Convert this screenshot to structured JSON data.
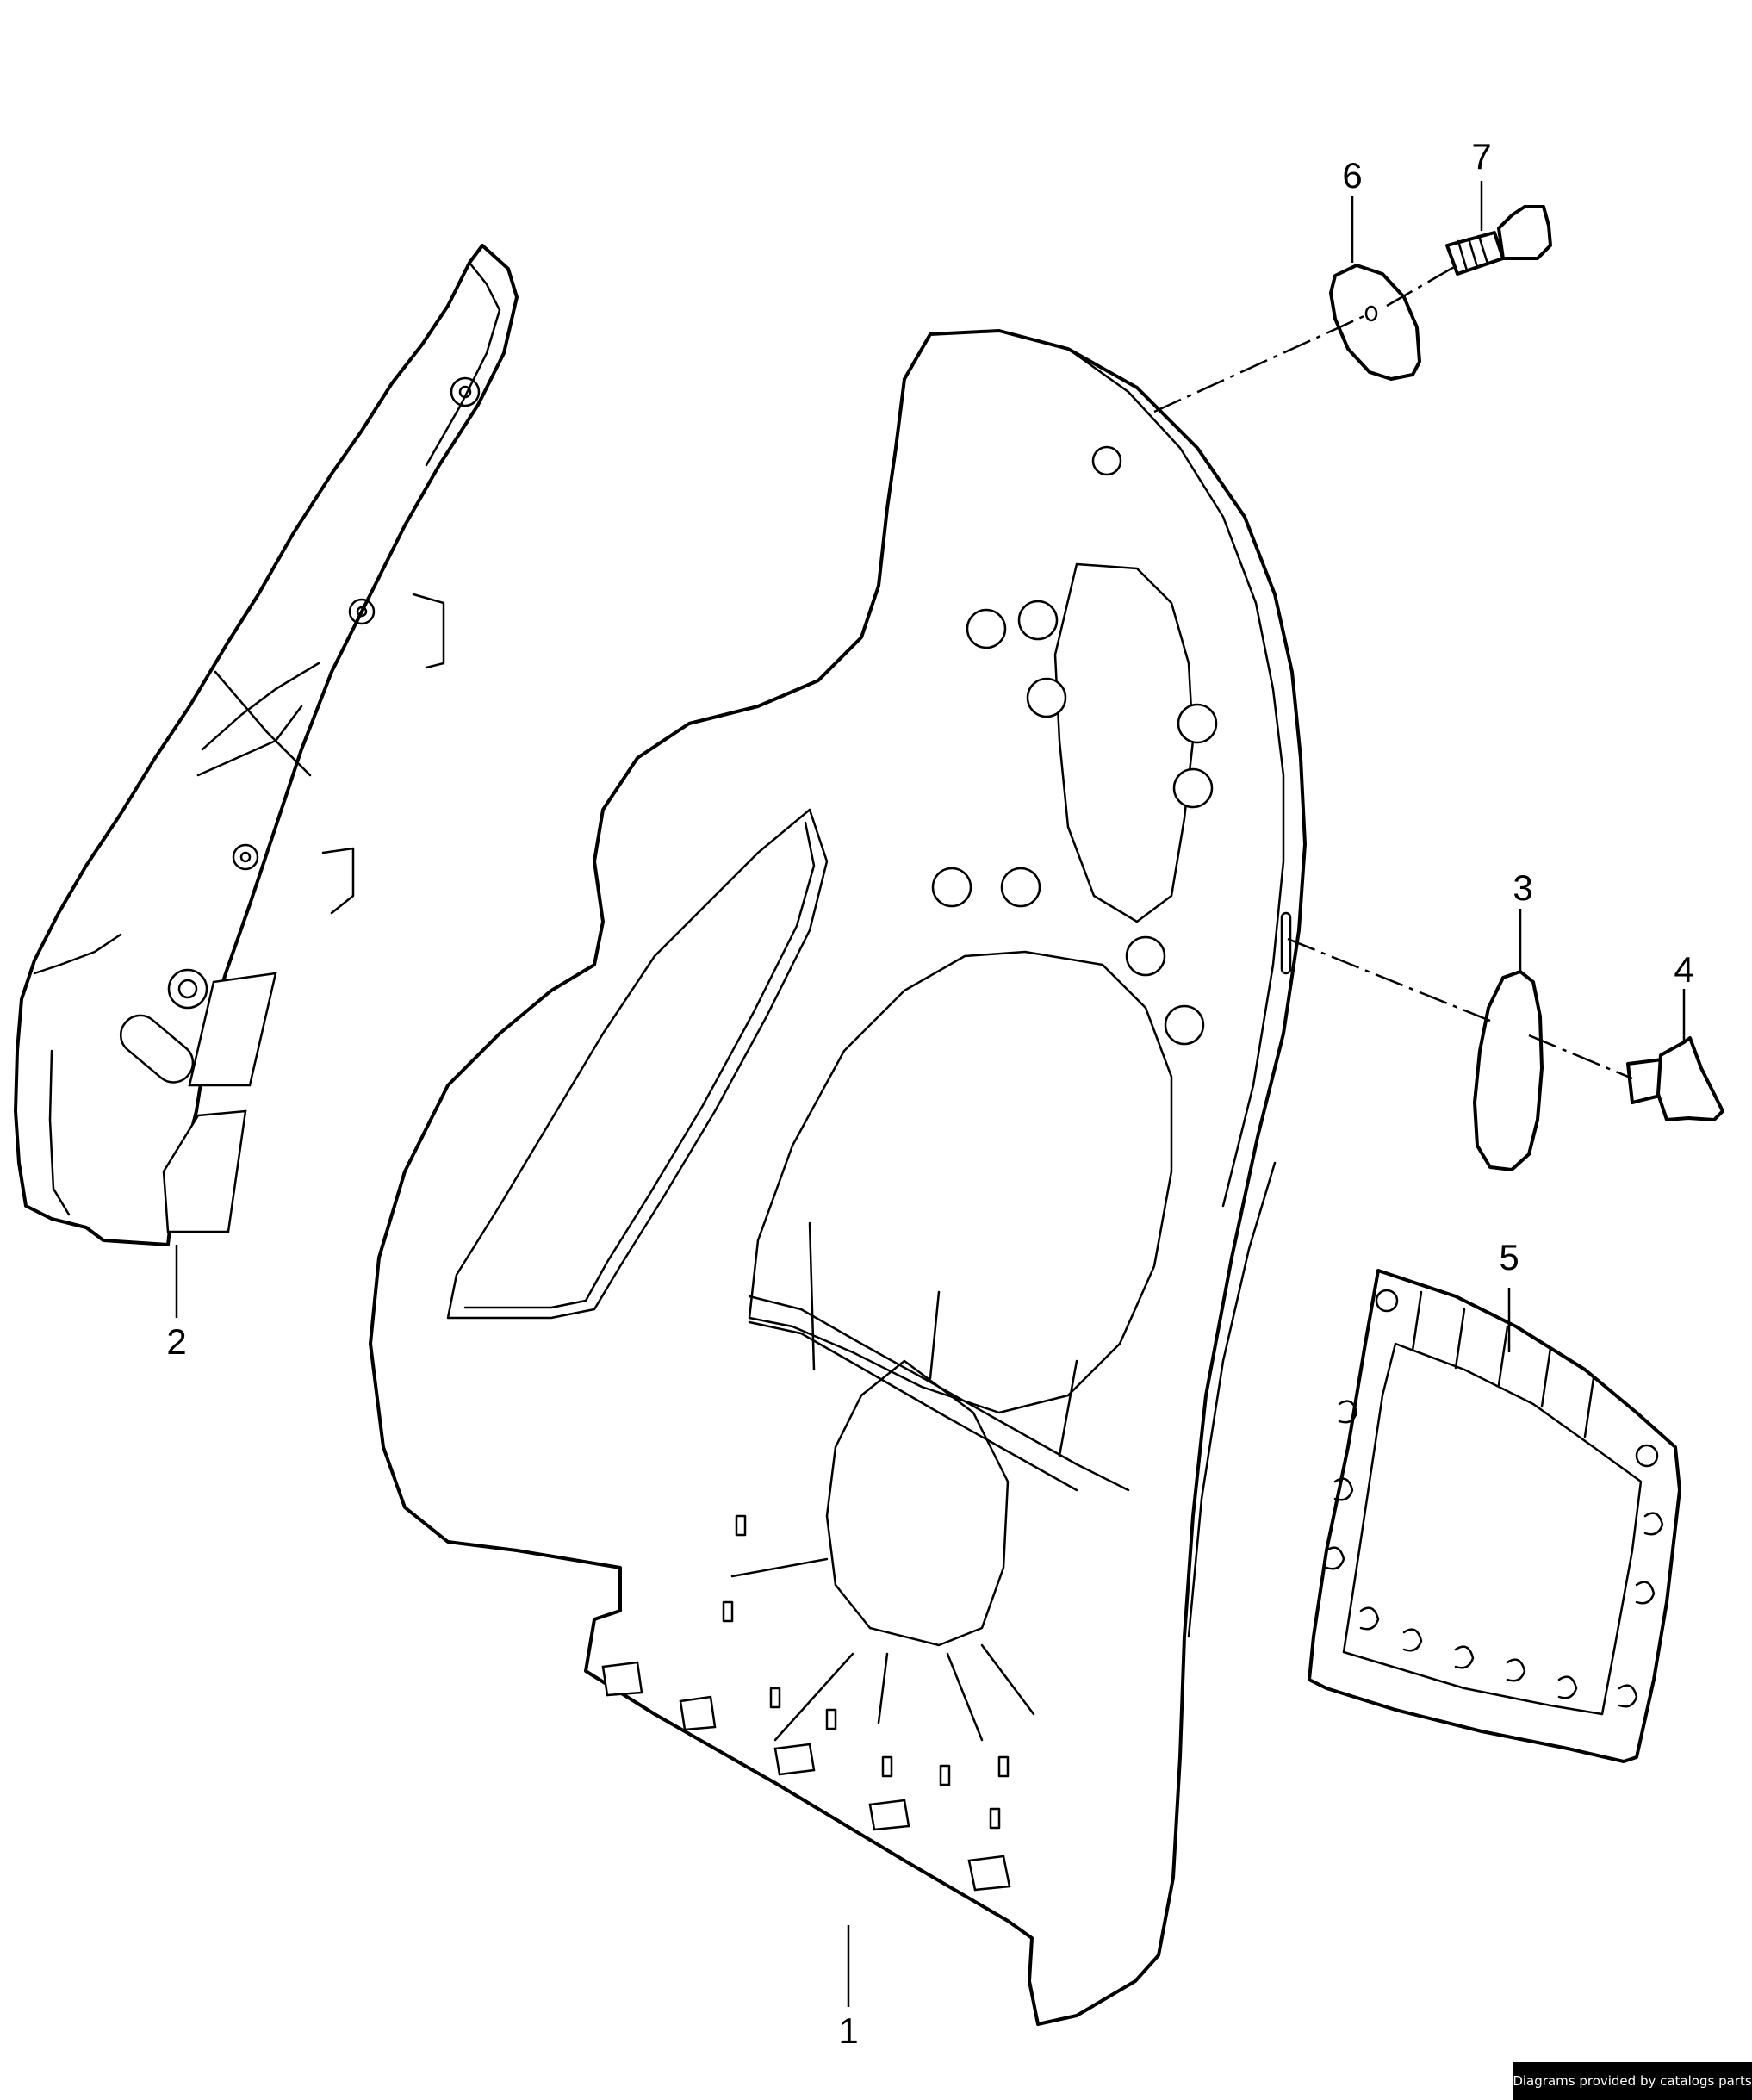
{
  "callouts": [
    {
      "id": "1",
      "label": "1"
    },
    {
      "id": "2",
      "label": "2"
    },
    {
      "id": "3",
      "label": "3"
    },
    {
      "id": "4",
      "label": "4"
    },
    {
      "id": "5",
      "label": "5"
    },
    {
      "id": "6",
      "label": "6"
    },
    {
      "id": "7",
      "label": "7"
    }
  ],
  "credit": "Diagrams provided by catalogs parts"
}
